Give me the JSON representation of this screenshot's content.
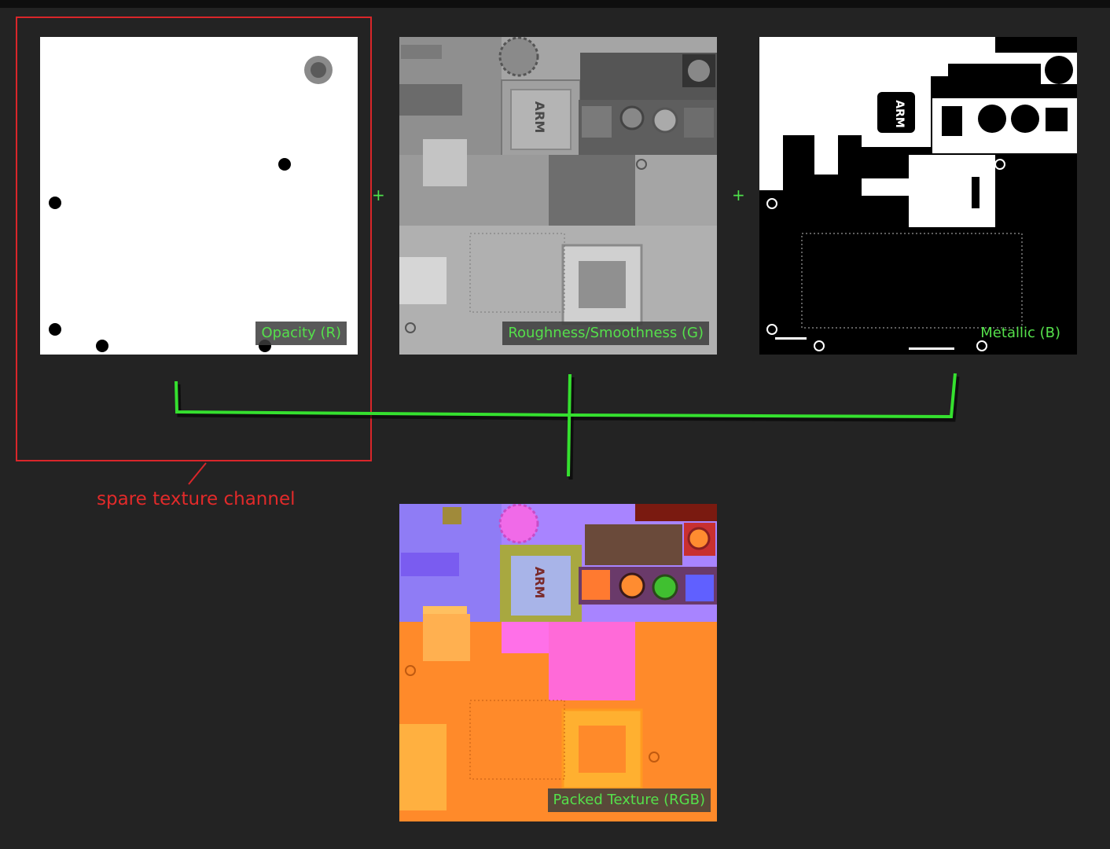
{
  "textures": {
    "opacity": {
      "label": "Opacity (R)"
    },
    "roughness": {
      "label": "Roughness/Smoothness (G)"
    },
    "metallic": {
      "label": "Metallic (B)"
    },
    "packed": {
      "label": "Packed Texture (RGB)"
    }
  },
  "chip_text": "ARM",
  "operators": {
    "plus_1": "+",
    "plus_2": "+"
  },
  "spare_channel": {
    "label": "spare texture channel"
  },
  "colors": {
    "background": "#232323",
    "label_text": "#55e04b",
    "connector": "#35e02f",
    "spare_outline": "#d9262a"
  },
  "icons": [
    "plus-icon",
    "connector-bracket",
    "pointer-line"
  ]
}
